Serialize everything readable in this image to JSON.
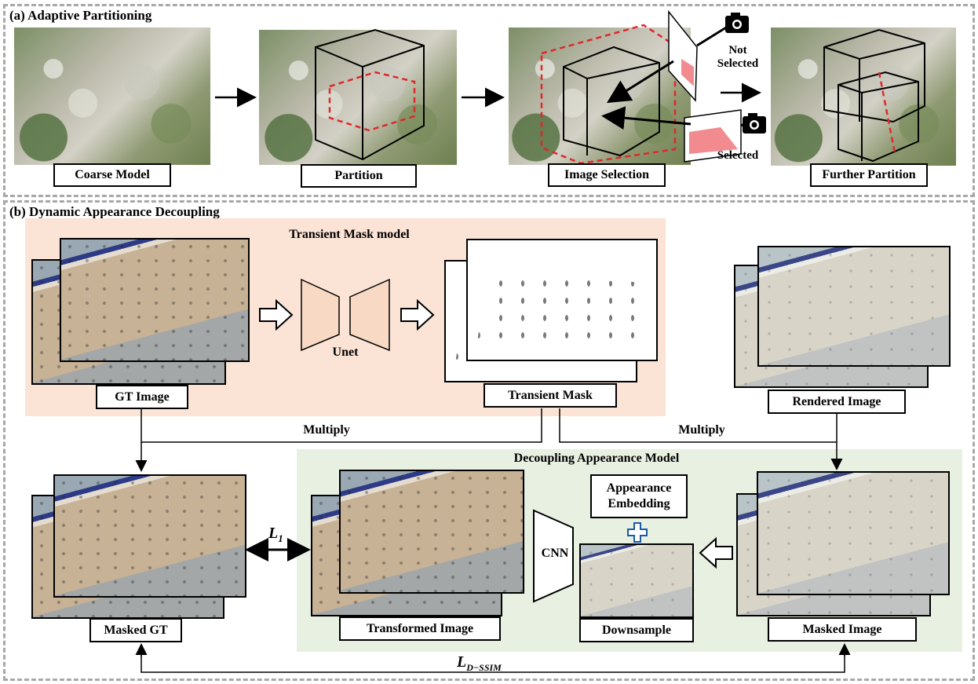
{
  "section_a": {
    "title": "(a) Adaptive Partitioning",
    "labels": {
      "coarse_model": "Coarse Model",
      "partition": "Partition",
      "image_selection": "Image Selection",
      "further_partition": "Further Partition",
      "not_selected": "Not\nSelected",
      "selected": "Selected"
    }
  },
  "section_b": {
    "title": "(b) Dynamic Appearance Decoupling",
    "transient_panel_title": "Transient Mask model",
    "decoupling_panel_title": "Decoupling Appearance Model",
    "labels": {
      "gt_image": "GT Image",
      "unet": "Unet",
      "transient_mask": "Transient Mask",
      "rendered_image": "Rendered Image",
      "multiply_left": "Multiply",
      "multiply_right": "Multiply",
      "masked_gt": "Masked GT",
      "transformed_image": "Transformed Image",
      "cnn": "CNN",
      "appearance_embedding": "Appearance\nEmbedding",
      "downsample": "Downsample",
      "masked_image": "Masked Image",
      "l1": "L",
      "l1_sub": "1",
      "ldssim": "L",
      "ldssim_sub": "D−SSIM"
    }
  },
  "colors": {
    "pink_panel": "#fbe4d6",
    "green_panel": "#e8f0e2",
    "unet_fill": "#f8d9c4",
    "red_dashed": "#e0282b",
    "camera_pink": "#f28b8f"
  }
}
